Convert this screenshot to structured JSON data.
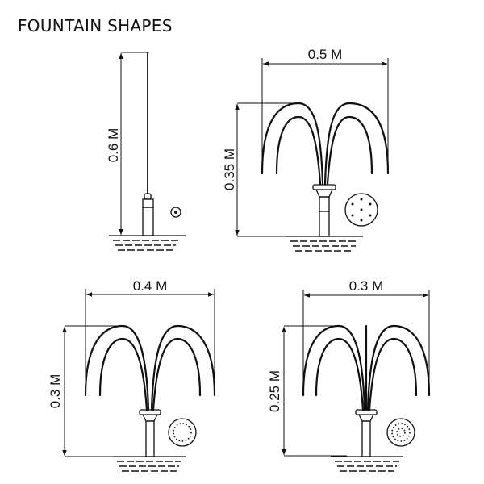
{
  "title": "FOUNTAIN SHAPES",
  "fountains": [
    {
      "name": "single-jet",
      "height_label": "0.6 M"
    },
    {
      "name": "double-arch-large",
      "width_label": "0.5 M",
      "height_label": "0.35 M"
    },
    {
      "name": "double-arch-medium",
      "width_label": "0.4 M",
      "height_label": "0.3 M"
    },
    {
      "name": "triple-arch-small",
      "width_label": "0.3 M",
      "height_label": "0.25 M"
    }
  ]
}
